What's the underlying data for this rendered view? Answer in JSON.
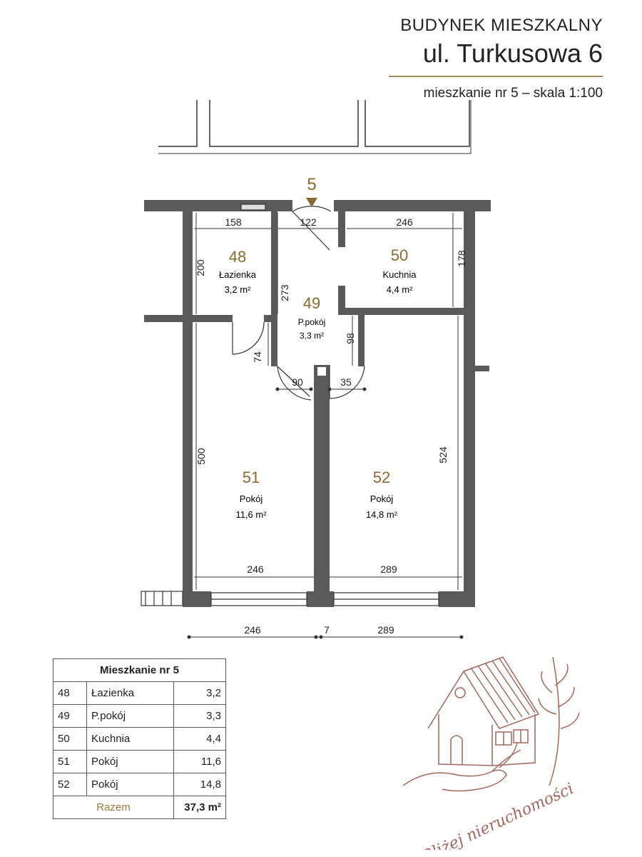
{
  "header": {
    "line1": "BUDYNEK MIESZKALNY",
    "line2": "ul. Turkusowa 6",
    "line3": "mieszkanie nr 5 – skala 1:100"
  },
  "plan": {
    "entrance_number": "5",
    "rooms": [
      {
        "number": "48",
        "name": "Łazienka",
        "area": "3,2 m²"
      },
      {
        "number": "49",
        "name": "P.pokój",
        "area": "3,3 m²"
      },
      {
        "number": "50",
        "name": "Kuchnia",
        "area": "4,4 m²"
      },
      {
        "number": "51",
        "name": "Pokój",
        "area": "11,6 m²"
      },
      {
        "number": "52",
        "name": "Pokój",
        "area": "14,8 m²"
      }
    ],
    "dimensions": {
      "d158": "158",
      "d122": "122",
      "d246_top": "246",
      "d200": "200",
      "d273": "273",
      "d178": "178",
      "d98": "98",
      "d74": "74",
      "d90": "90",
      "d35": "35",
      "d500": "500",
      "d524": "524",
      "d246_in": "246",
      "d289_in": "289",
      "d246_out": "246",
      "d7": "7",
      "d289_out": "289"
    }
  },
  "table": {
    "title": "Mieszkanie nr 5",
    "rows": [
      {
        "num": "48",
        "name": "Łazienka",
        "area": "3,2"
      },
      {
        "num": "49",
        "name": "P.pokój",
        "area": "3,3"
      },
      {
        "num": "50",
        "name": "Kuchnia",
        "area": "4,4"
      },
      {
        "num": "51",
        "name": "Pokój",
        "area": "11,6"
      },
      {
        "num": "52",
        "name": "Pokój",
        "area": "14,8"
      }
    ],
    "total_label": "Razem",
    "total_value": "37,3 m²"
  },
  "watermark": {
    "text": "Bliżej nieruchomości"
  },
  "colors": {
    "wall": "#5a5a5a",
    "accent": "#8a6a2c",
    "logo": "#a3675e"
  }
}
